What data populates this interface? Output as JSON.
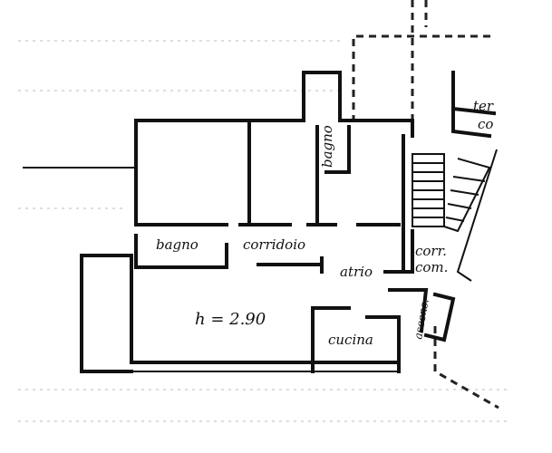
{
  "labels": {
    "bagno_left": "bagno",
    "bagno_top": "bagno",
    "corridoio": "corridoio",
    "atrio": "atrio",
    "corr": "corr.",
    "com": "com.",
    "height": "h = 2.90",
    "cucina": "cucina",
    "ascensore": "ascens.",
    "terr_partial": "ter",
    "com_partial": "co"
  }
}
